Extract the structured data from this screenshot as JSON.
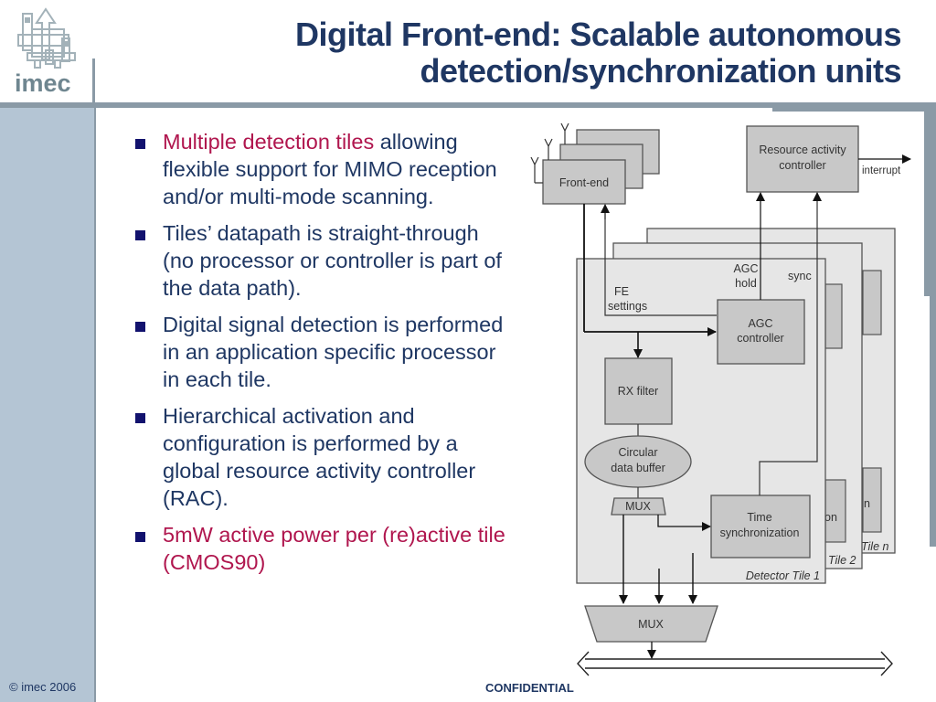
{
  "header": {
    "title_line1": "Digital Front-end: Scalable autonomous",
    "title_line2": "detection/synchronization units",
    "logo_text": "imec"
  },
  "bullets": [
    {
      "highlight": "Multiple detection tiles",
      "text": "allowing flexible support for MIMO reception and/or multi-mode scanning."
    },
    {
      "highlight": "",
      "text": "Tiles’ datapath is straight-through (no processor or controller is part of the data path)."
    },
    {
      "highlight": "",
      "text": "Digital signal detection is performed in an application specific processor in each tile."
    },
    {
      "highlight": "",
      "text": "Hierarchical activation and configuration is performed by a global resource activity controller (RAC)."
    },
    {
      "highlight": "5mW active power per (re)active tile (CMOS90)",
      "text": ""
    }
  ],
  "diagram": {
    "front_end": "Front-end",
    "rac_line1": "Resource activity",
    "rac_line2": "controller",
    "interrupt": "interrupt",
    "agc_hold_line1": "AGC",
    "agc_hold_line2": "hold",
    "sync": "sync",
    "fe_settings_line1": "FE",
    "fe_settings_line2": "settings",
    "agc_ctrl_line1": "AGC",
    "agc_ctrl_line2": "controller",
    "rx_filter": "RX filter",
    "buffer_line1": "Circular",
    "buffer_line2": "data buffer",
    "mux_small": "MUX",
    "time_sync_line1": "Time",
    "time_sync_line2": "synchronization",
    "tile2_partial": "on",
    "tilen_partial": "n",
    "tile1_label": "Detector Tile 1",
    "tile2_label": "Tile 2",
    "tilen_label": "Tile n",
    "mux_big": "MUX"
  },
  "footer": {
    "copyright": "© imec 2006",
    "confidential": "CONFIDENTIAL"
  },
  "colors": {
    "title": "#1f3763",
    "highlight": "#b0164e",
    "bullet_square": "#12126e",
    "sidebar": "#b4c5d4",
    "rule": "#8a9aa6",
    "block_fill": "#c8c8c8",
    "tile_fill": "#e6e6e6"
  }
}
